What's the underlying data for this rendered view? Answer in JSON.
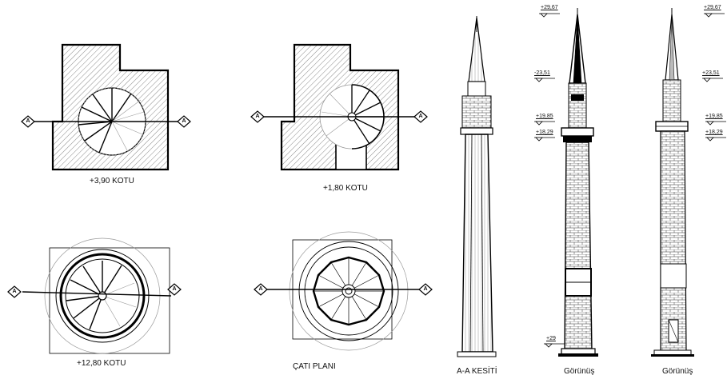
{
  "drawing": {
    "plans": {
      "plan_390": {
        "label": "+3,90 KOTU"
      },
      "plan_180": {
        "label": "+1,80 KOTU"
      },
      "plan_1280": {
        "label": "+12,80 KOTU"
      },
      "roof_plan": {
        "label": "ÇATI PLANI"
      }
    },
    "section_marker": "A",
    "section_view": {
      "label": "A-A KESİTİ"
    },
    "elevations": [
      {
        "label": "Görünüş",
        "levels": [
          "+29,67",
          "-23,51",
          "+19,85",
          "+18,29",
          "+29"
        ]
      },
      {
        "label": "Görünüş",
        "levels": [
          "+29,67",
          "+23,51",
          "+19,85",
          "+18,29"
        ]
      }
    ]
  }
}
